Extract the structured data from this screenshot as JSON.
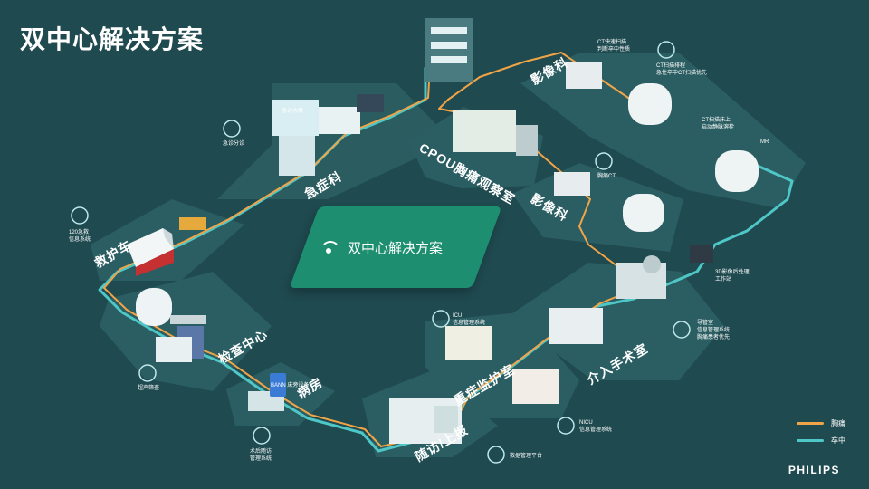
{
  "title": "双中心解决方案",
  "center_label": "双中心解决方案",
  "brand": "PHILIPS",
  "legend": {
    "chest_pain": {
      "label": "胸痛",
      "color": "#f1a447"
    },
    "stroke": {
      "label": "卒中",
      "color": "#4fc7c7"
    }
  },
  "colors": {
    "background": "#1f4a50",
    "platform": "#2b5e62",
    "center": "#1d8f70"
  },
  "departments": {
    "emergency": "急症科",
    "ambulance": "救护车",
    "exam_center": "检查中心",
    "ward": "病房",
    "follow_up": "随访/上报",
    "critical_care": "重症监护室",
    "interventional": "介入手术室",
    "cpou": "CPOU胸痛观察室",
    "imaging_top": "影像科",
    "imaging_mid": "影像科"
  },
  "labels": {
    "triage": "急诊分诊",
    "ems1": "120急救",
    "ems2": "信息系统",
    "ultrasound": "超声筛查",
    "postop1": "术后随访",
    "postop2": "管理系统",
    "data_platform": "数据管理平台",
    "icu1": "ICU",
    "icu2": "信息管理系统",
    "nicu1": "NICU",
    "nicu2": "信息管理系统",
    "cath1": "导管室",
    "cath2": "信息管理系统",
    "cath3": "胸痛患者优先",
    "workstation1": "3D影像后处理",
    "workstation2": "工作站",
    "chest_ct": "胸痛CT",
    "ct_fast1": "CT快速扫描",
    "ct_fast2": "判断卒中性质",
    "ct_priority1": "CT扫描排程",
    "ct_priority2": "急性卒中CT扫描优先",
    "thrombo1": "CT扫描床上",
    "thrombo2": "启动静脉溶栓",
    "mr": "MR",
    "panel": "急诊大屏",
    "ward_tablet": "BANN 床旁设备"
  }
}
